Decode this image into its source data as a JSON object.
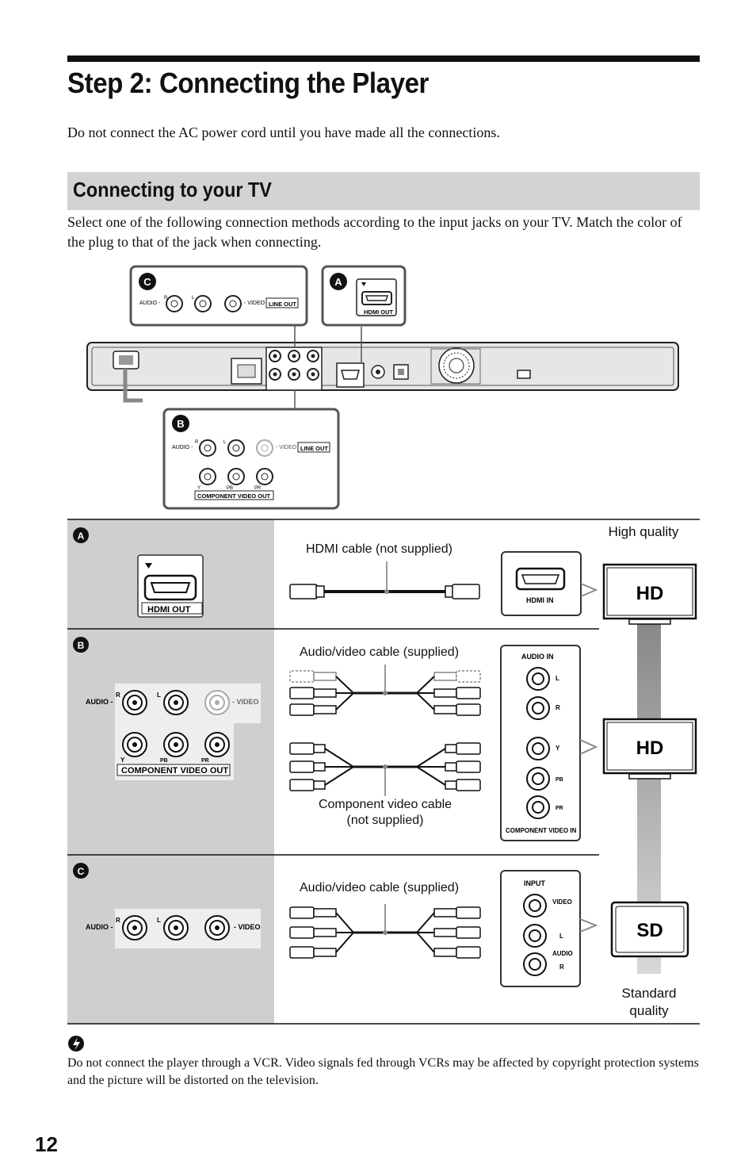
{
  "page": {
    "title": "Step 2: Connecting the Player",
    "intro": "Do not connect the AC power cord until you have made all the connections.",
    "section_title": "Connecting to your TV",
    "section_para": "Select one of the following connection methods according to the input jacks on your TV. Match the color of the plug to that of the jack when connecting.",
    "hint_text": "Do not connect the player through a VCR. Video signals fed through VCRs may be affected by copyright protection systems and the picture will be distorted on the television.",
    "page_number": "12"
  },
  "diagram": {
    "markers": {
      "a": "A",
      "b": "B",
      "c": "C"
    },
    "jack_labels": {
      "audio": "AUDIO -",
      "video": "- VIDEO",
      "line_out": "LINE OUT",
      "hdmi_out": "HDMI OUT",
      "component_video_out": "COMPONENT VIDEO OUT",
      "r": "R",
      "l": "L",
      "y": "Y",
      "pb": "PB",
      "pr": "PR"
    },
    "tv_labels": {
      "hdmi_in": "HDMI IN",
      "audio_in": "AUDIO IN",
      "component_video_in": "COMPONENT VIDEO IN",
      "input": "INPUT",
      "video": "VIDEO",
      "audio": "AUDIO",
      "l": "L",
      "r": "R",
      "y": "Y",
      "pb": "PB",
      "pr": "PR"
    },
    "cables": {
      "hdmi": "HDMI cable (not supplied)",
      "av_b": "Audio/video cable (supplied)",
      "component_line1": "Component video cable",
      "component_line2": "(not supplied)",
      "av_c": "Audio/video cable (supplied)"
    },
    "quality": {
      "high": "High quality",
      "standard_line1": "Standard",
      "standard_line2": "quality",
      "hd1": "HD",
      "hd2": "HD",
      "sd": "SD"
    }
  }
}
